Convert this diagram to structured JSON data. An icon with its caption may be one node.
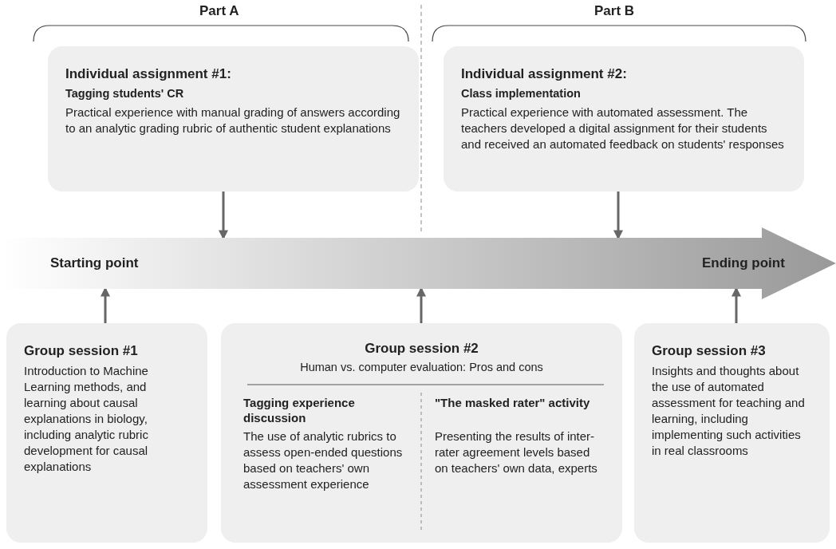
{
  "diagram": {
    "nodes": [
      {
        "text": [
          "Individual assignment #1:",
          "Tagging students' CR",
          "Practical experience with manual grading of answers according to an analytic grading rubric of authentic student explanations"
        ]
      },
      {
        "text": [
          "Individual assignment #2:",
          "Class implementation",
          "Practical experience with automated assessment. The teachers developed a digital assignment for their students and received an automated feedback on students' responses"
        ]
      },
      {
        "text": [
          "Starting point",
          "Ending point"
        ]
      },
      {
        "text": [
          "Group session #1",
          "Introduction to Machine Learning methods, and learning about causal explanations in biology, including analytic rubric development for causal explanations"
        ]
      },
      {
        "text": [
          "Group session #2",
          "Human vs. computer evaluation: Pros and cons",
          "Tagging experience discussion",
          "The use of analytic rubrics to assess open-ended questions based on teachers' own assessment experience",
          "\"The masked rater\" activity",
          "Presenting the results of inter-rater agreement levels based on teachers' own data, experts"
        ]
      },
      {
        "text": [
          "Group session #3",
          "Insights and thoughts about the use of automated assessment for teaching and learning, including implementing such activities in real classrooms"
        ]
      }
    ],
    "edges": [
      {
        "from": 0,
        "to": 2,
        "arrow": "to"
      },
      {
        "from": 1,
        "to": 2,
        "arrow": "to"
      },
      {
        "from": 3,
        "to": 2,
        "arrow": "to"
      },
      {
        "from": 4,
        "to": 2,
        "arrow": "to"
      },
      {
        "from": 5,
        "to": 2,
        "arrow": "to"
      }
    ],
    "labels": [
      "Part A",
      "Part B"
    ]
  }
}
